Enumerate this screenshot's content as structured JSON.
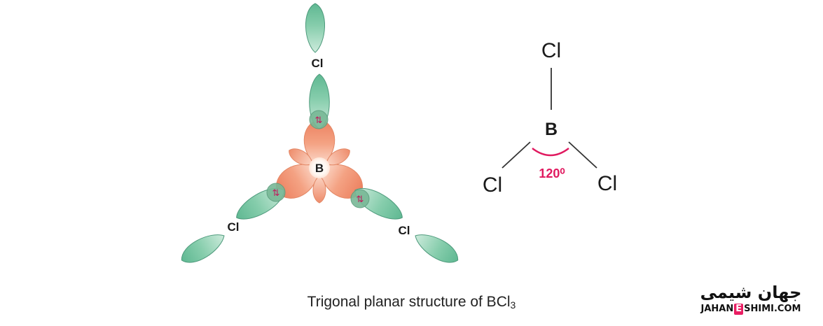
{
  "orbital_diagram": {
    "central_atom": "B",
    "ligands": [
      "Cl",
      "Cl",
      "Cl"
    ],
    "electron_pair_symbol": "⇅"
  },
  "lewis_diagram": {
    "central_atom": "B",
    "top_atom": "Cl",
    "left_atom": "Cl",
    "right_atom": "Cl",
    "angle_label": "120⁰"
  },
  "caption": {
    "prefix": "Trigonal planar structure of BCl",
    "subscript": "3"
  },
  "logo": {
    "persian_text": "جهان شیمی",
    "english_before": "JAHAN",
    "english_highlight": "E",
    "english_after": "SHIMI.COM"
  },
  "colors": {
    "green_lobe": "#7fcaa9",
    "green_lobe_light": "#cdebdc",
    "green_stroke": "#4e9a7c",
    "orange_lobe": "#ef8b6a",
    "orange_lobe_light": "#fcd8c9",
    "overlap_green": "#6db593",
    "angle_arc": "#e0195f",
    "logo_accent": "#e91e63"
  }
}
